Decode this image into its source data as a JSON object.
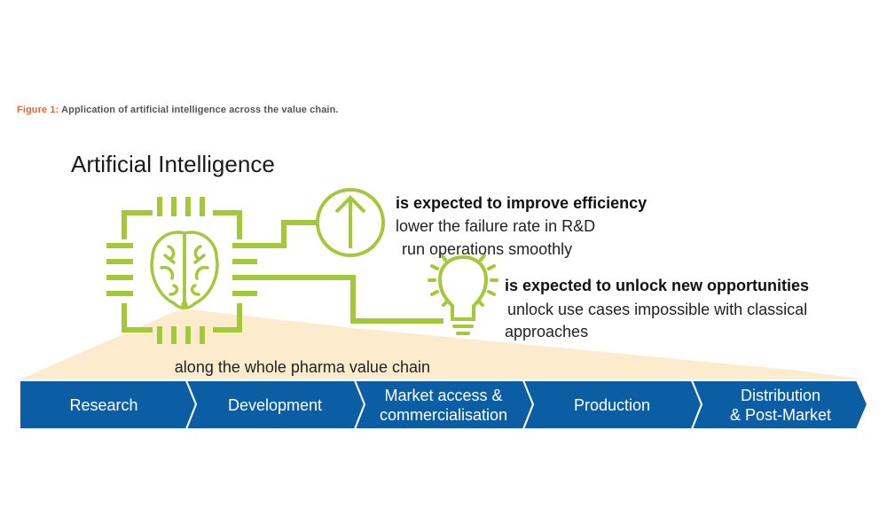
{
  "caption": {
    "label": "Figure 1:",
    "text": "Application of artificial intelligence across the value chain."
  },
  "title": "Artificial Intelligence",
  "efficiency": {
    "heading": "is expected to improve efficiency",
    "lines": [
      "lower the failure rate in R&D",
      "run operations smoothly"
    ],
    "icon": "arrow-up-circle-icon"
  },
  "opportunities": {
    "heading": "is expected to unlock new opportunities",
    "lines": [
      "unlock use cases impossible with classical",
      "approaches"
    ],
    "icon": "lightbulb-icon"
  },
  "value_chain": {
    "label": "along the whole pharma value chain",
    "steps": [
      {
        "label": "Research"
      },
      {
        "label": "Development"
      },
      {
        "label": "Market access & commercialisation",
        "line1": "Market access &",
        "line2": "commercialisation"
      },
      {
        "label": "Production"
      },
      {
        "label": "Distribution & Post-Market",
        "line1": "Distribution",
        "line2": "& Post-Market"
      }
    ]
  },
  "colors": {
    "accent_green": "#a3c83a",
    "chain_blue": "#0b5ea4",
    "cone_beige": "#fcebcc",
    "caption_orange": "#e06a2c"
  }
}
